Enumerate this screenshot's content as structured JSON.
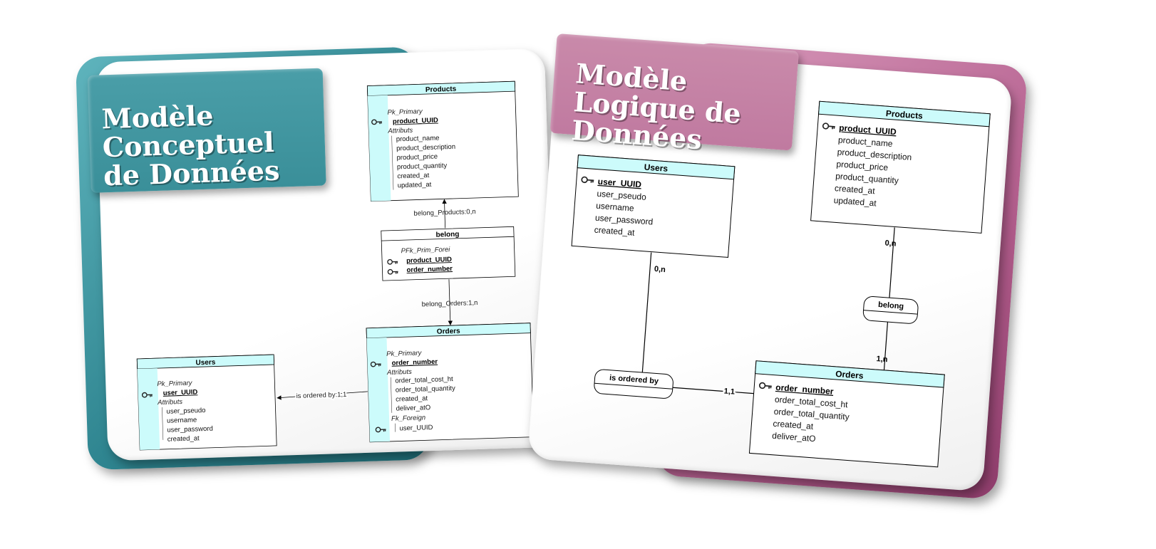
{
  "mcd": {
    "title": "Modèle Conceptuel\nde Données",
    "products": {
      "name": "Products",
      "pk_label": "Pk_Primary",
      "key": "product_UUID",
      "attr_label": "Attributs",
      "attributes": [
        "product_name",
        "product_description",
        "product_price",
        "product_quantity",
        "created_at",
        "updated_at"
      ]
    },
    "belong": {
      "name": "belong",
      "pfk_label": "PFk_Prim_Forei",
      "keys": [
        "product_UUID",
        "order_number"
      ]
    },
    "orders": {
      "name": "Orders",
      "pk_label": "Pk_Primary",
      "key": "order_number",
      "attr_label": "Attributs",
      "attributes": [
        "order_total_cost_ht",
        "order_total_quantity",
        "created_at",
        "deliver_atO"
      ],
      "fk_label": "Fk_Foreign",
      "fk": "user_UUID"
    },
    "users": {
      "name": "Users",
      "pk_label": "Pk_Primary",
      "key": "user_UUID",
      "attr_label": "Attributs",
      "attributes": [
        "user_pseudo",
        "username",
        "user_password",
        "created_at"
      ]
    },
    "links": {
      "belong_products": "belong_Products:0,n",
      "belong_orders": "belong_Orders:1,n",
      "is_ordered_by": "is ordered by:1,1"
    }
  },
  "mld": {
    "title": "Modèle Logique de\nDonnées",
    "users": {
      "name": "Users",
      "key": "user_UUID",
      "attributes": [
        "user_pseudo",
        "username",
        "user_password",
        "created_at"
      ]
    },
    "products": {
      "name": "Products",
      "key": "product_UUID",
      "attributes": [
        "product_name",
        "product_description",
        "product_price",
        "product_quantity",
        "created_at",
        "updated_at"
      ]
    },
    "orders": {
      "name": "Orders",
      "key": "order_number",
      "attributes": [
        "order_total_cost_ht",
        "order_total_quantity",
        "created_at",
        "deliver_atO"
      ]
    },
    "belong": "belong",
    "is_ordered_by": "is ordered by",
    "cardinalities": {
      "users_side": "0,n",
      "products_side": "0,n",
      "orders_belong": "1,n",
      "orders_ordered": "1,1"
    }
  },
  "colors": {
    "teal": "#3a8f99",
    "pink": "#c07aa0",
    "entity_header": "#ccfbfb"
  },
  "icons": [
    "key-icon"
  ]
}
